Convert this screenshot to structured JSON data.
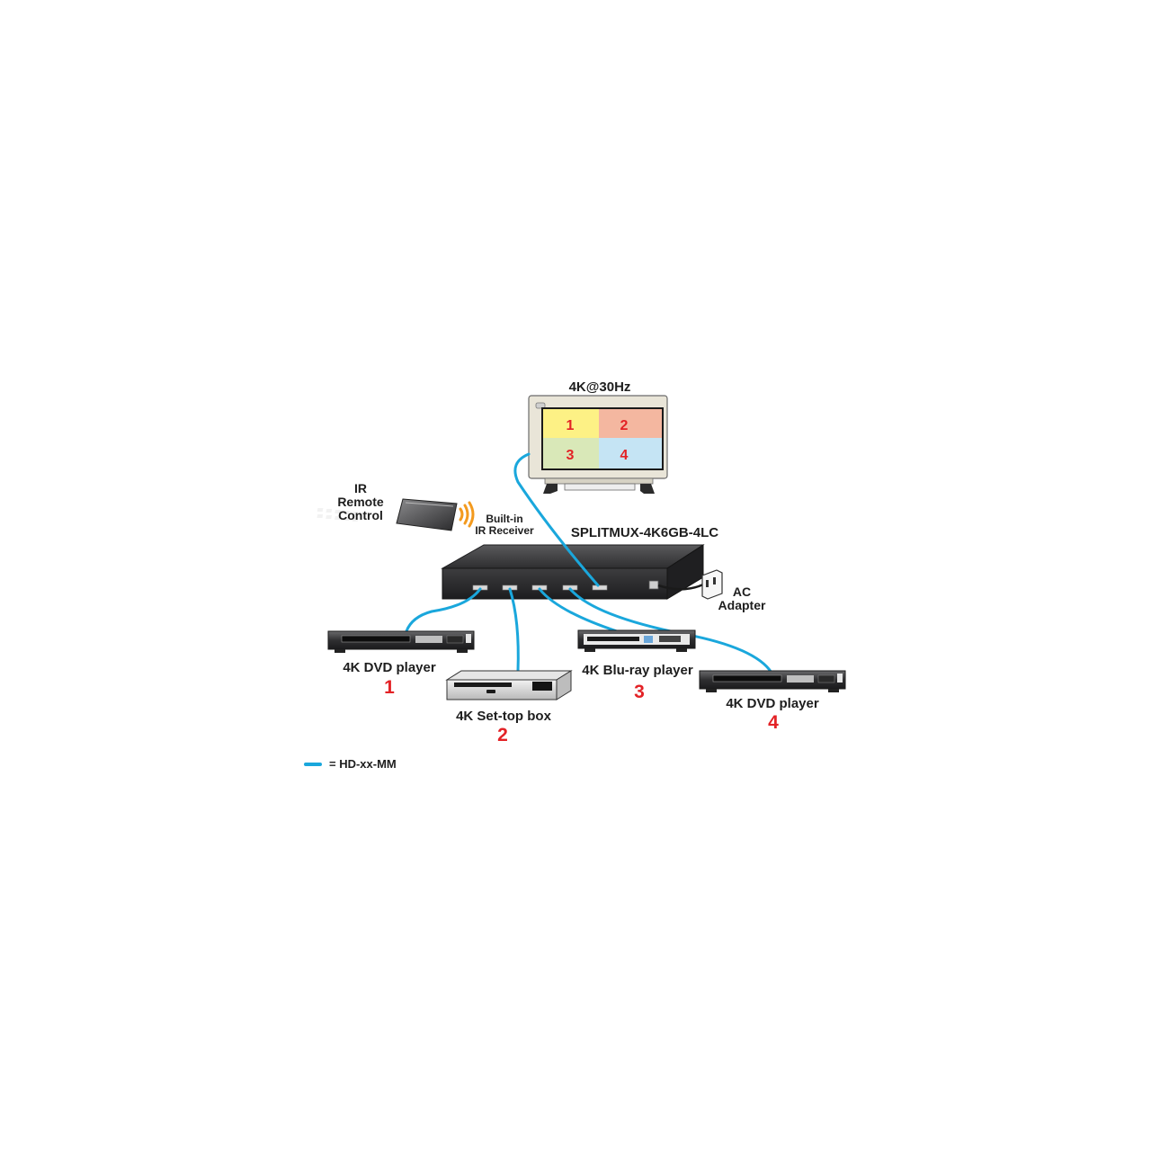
{
  "monitor": {
    "label": "4K@30Hz",
    "quadrants": [
      "1",
      "2",
      "3",
      "4"
    ],
    "quadrant_colors": [
      "#fdf185",
      "#f4b7a0",
      "#d9e8b8",
      "#c5e4f4"
    ]
  },
  "remote": {
    "label": [
      "IR",
      "Remote",
      "Control"
    ]
  },
  "receiver": {
    "label": [
      "Built-in",
      "IR Receiver"
    ]
  },
  "splitter": {
    "label": "SPLITMUX-4K6GB-4LC"
  },
  "adapter": {
    "label": [
      "AC",
      "Adapter"
    ]
  },
  "sources": [
    {
      "label": "4K DVD player",
      "number": "1"
    },
    {
      "label": "4K Set-top box",
      "number": "2"
    },
    {
      "label": "4K Blu-ray player",
      "number": "3"
    },
    {
      "label": "4K DVD player",
      "number": "4"
    }
  ],
  "legend": {
    "text": "= HD-xx-MM",
    "cable_color": "#1aa7dc"
  },
  "colors": {
    "cable": "#1aa7dc",
    "number_red": "#e32226",
    "device_dark": "#3a3a3c"
  }
}
